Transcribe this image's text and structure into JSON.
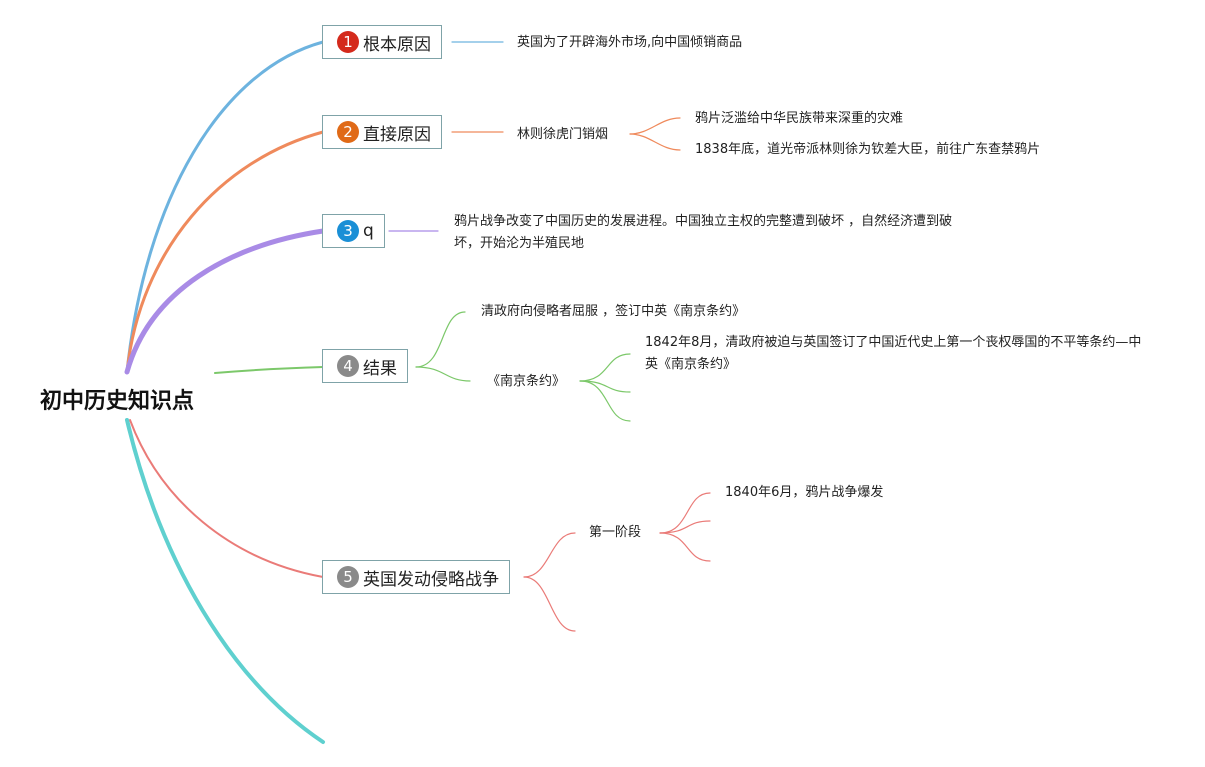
{
  "root": {
    "title": "初中历史知识点"
  },
  "topics": [
    {
      "number": "1",
      "title": "根本原因",
      "color": "#d42a1c",
      "children": [
        {
          "text": "英国为了开辟海外市场,向中国倾销商品"
        }
      ]
    },
    {
      "number": "2",
      "title": "直接原因",
      "color": "#e06a17",
      "children": [
        {
          "text": "林则徐虎门销烟",
          "children": [
            {
              "text": "鸦片泛滥给中华民族带来深重的灾难"
            },
            {
              "text": "1838年底，道光帝派林则徐为钦差大臣，前往广东查禁鸦片"
            }
          ]
        }
      ]
    },
    {
      "number": "3",
      "title": "q",
      "color": "#1a8fd6",
      "children": [
        {
          "text": "鸦片战争改变了中国历史的发展进程。中国独立主权的完整遭到破坏 ，自然经济遭到破坏，开始沦为半殖民地"
        }
      ]
    },
    {
      "number": "4",
      "title": "结果",
      "color": "#8a8a8a",
      "children": [
        {
          "text": "清政府向侵略者屈服 ，签订中英《南京条约》"
        },
        {
          "text": "《南京条约》",
          "children": [
            {
              "text": "1842年8月，清政府被迫与英国签订了中国近代史上第一个丧权辱国的不平等条约—中英《南京条约》"
            },
            {
              "text": ""
            },
            {
              "text": ""
            }
          ]
        }
      ]
    },
    {
      "number": "5",
      "title": "英国发动侵略战争",
      "color": "#8a8a8a",
      "children": [
        {
          "text": "第一阶段",
          "children": [
            {
              "text": "1840年6月，鸦片战争爆发"
            },
            {
              "text": ""
            },
            {
              "text": ""
            }
          ]
        },
        {
          "text": ""
        }
      ]
    }
  ],
  "branch_colors": [
    "#6db3df",
    "#ef8a5c",
    "#a98be6",
    "#7cc86a",
    "#ea7b78",
    "#5fd0cf"
  ]
}
